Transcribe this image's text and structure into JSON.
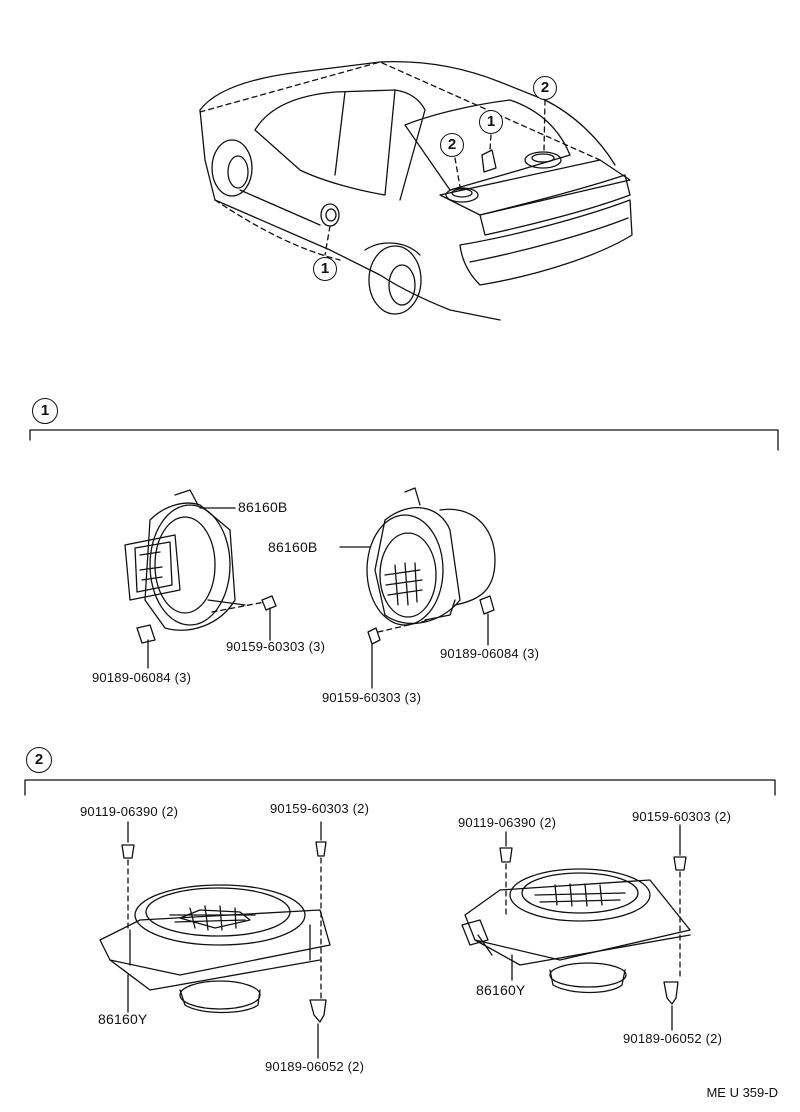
{
  "callouts": {
    "one": "1",
    "two": "2"
  },
  "sections": [
    {
      "marker": "1"
    },
    {
      "marker": "2"
    }
  ],
  "labels": {
    "s1_left_speaker": "86160B",
    "s1_right_speaker": "86160B",
    "s1_left_screw": "90159-60303 (3)",
    "s1_left_nut": "90189-06084  (3)",
    "s1_right_screw": "90159-60303 (3)",
    "s1_right_nut": "90189-06084  (3)",
    "s2_left_bolt": "90119-06390 (2)",
    "s2_left_screw": "90159-60303 (2)",
    "s2_left_speaker": "86160Y",
    "s2_left_nut": "90189-06052  (2)",
    "s2_right_bolt": "90119-06390 (2)",
    "s2_right_screw": "90159-60303 (2)",
    "s2_right_speaker": "86160Y",
    "s2_right_nut": "90189-06052  (2)"
  },
  "diagram_code": "ME U 359-D"
}
